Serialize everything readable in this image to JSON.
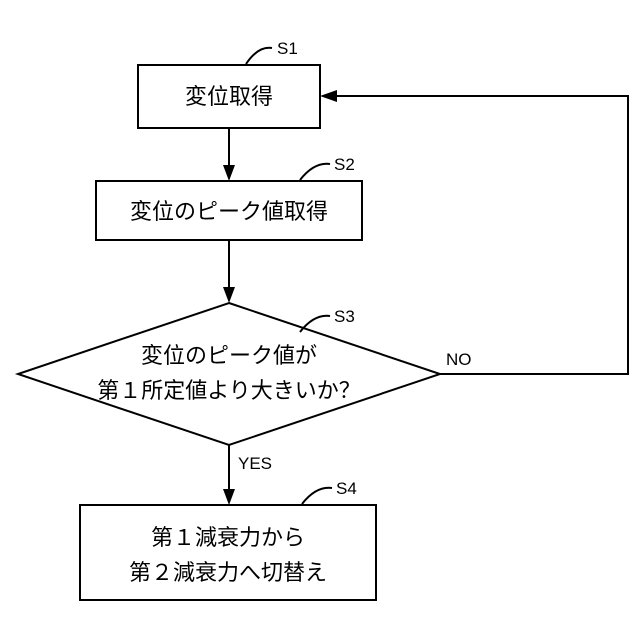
{
  "steps": {
    "s1": {
      "id": "S1",
      "text": "変位取得"
    },
    "s2": {
      "id": "S2",
      "text": "変位のピーク値取得"
    },
    "s3": {
      "id": "S3",
      "line1": "変位のピーク値が",
      "line2": "第１所定値より大きいか？"
    },
    "s4": {
      "id": "S4",
      "line1": "第１減衰力から",
      "line2": "第２減衰力へ切替え"
    }
  },
  "branches": {
    "yes": "YES",
    "no": "NO"
  }
}
